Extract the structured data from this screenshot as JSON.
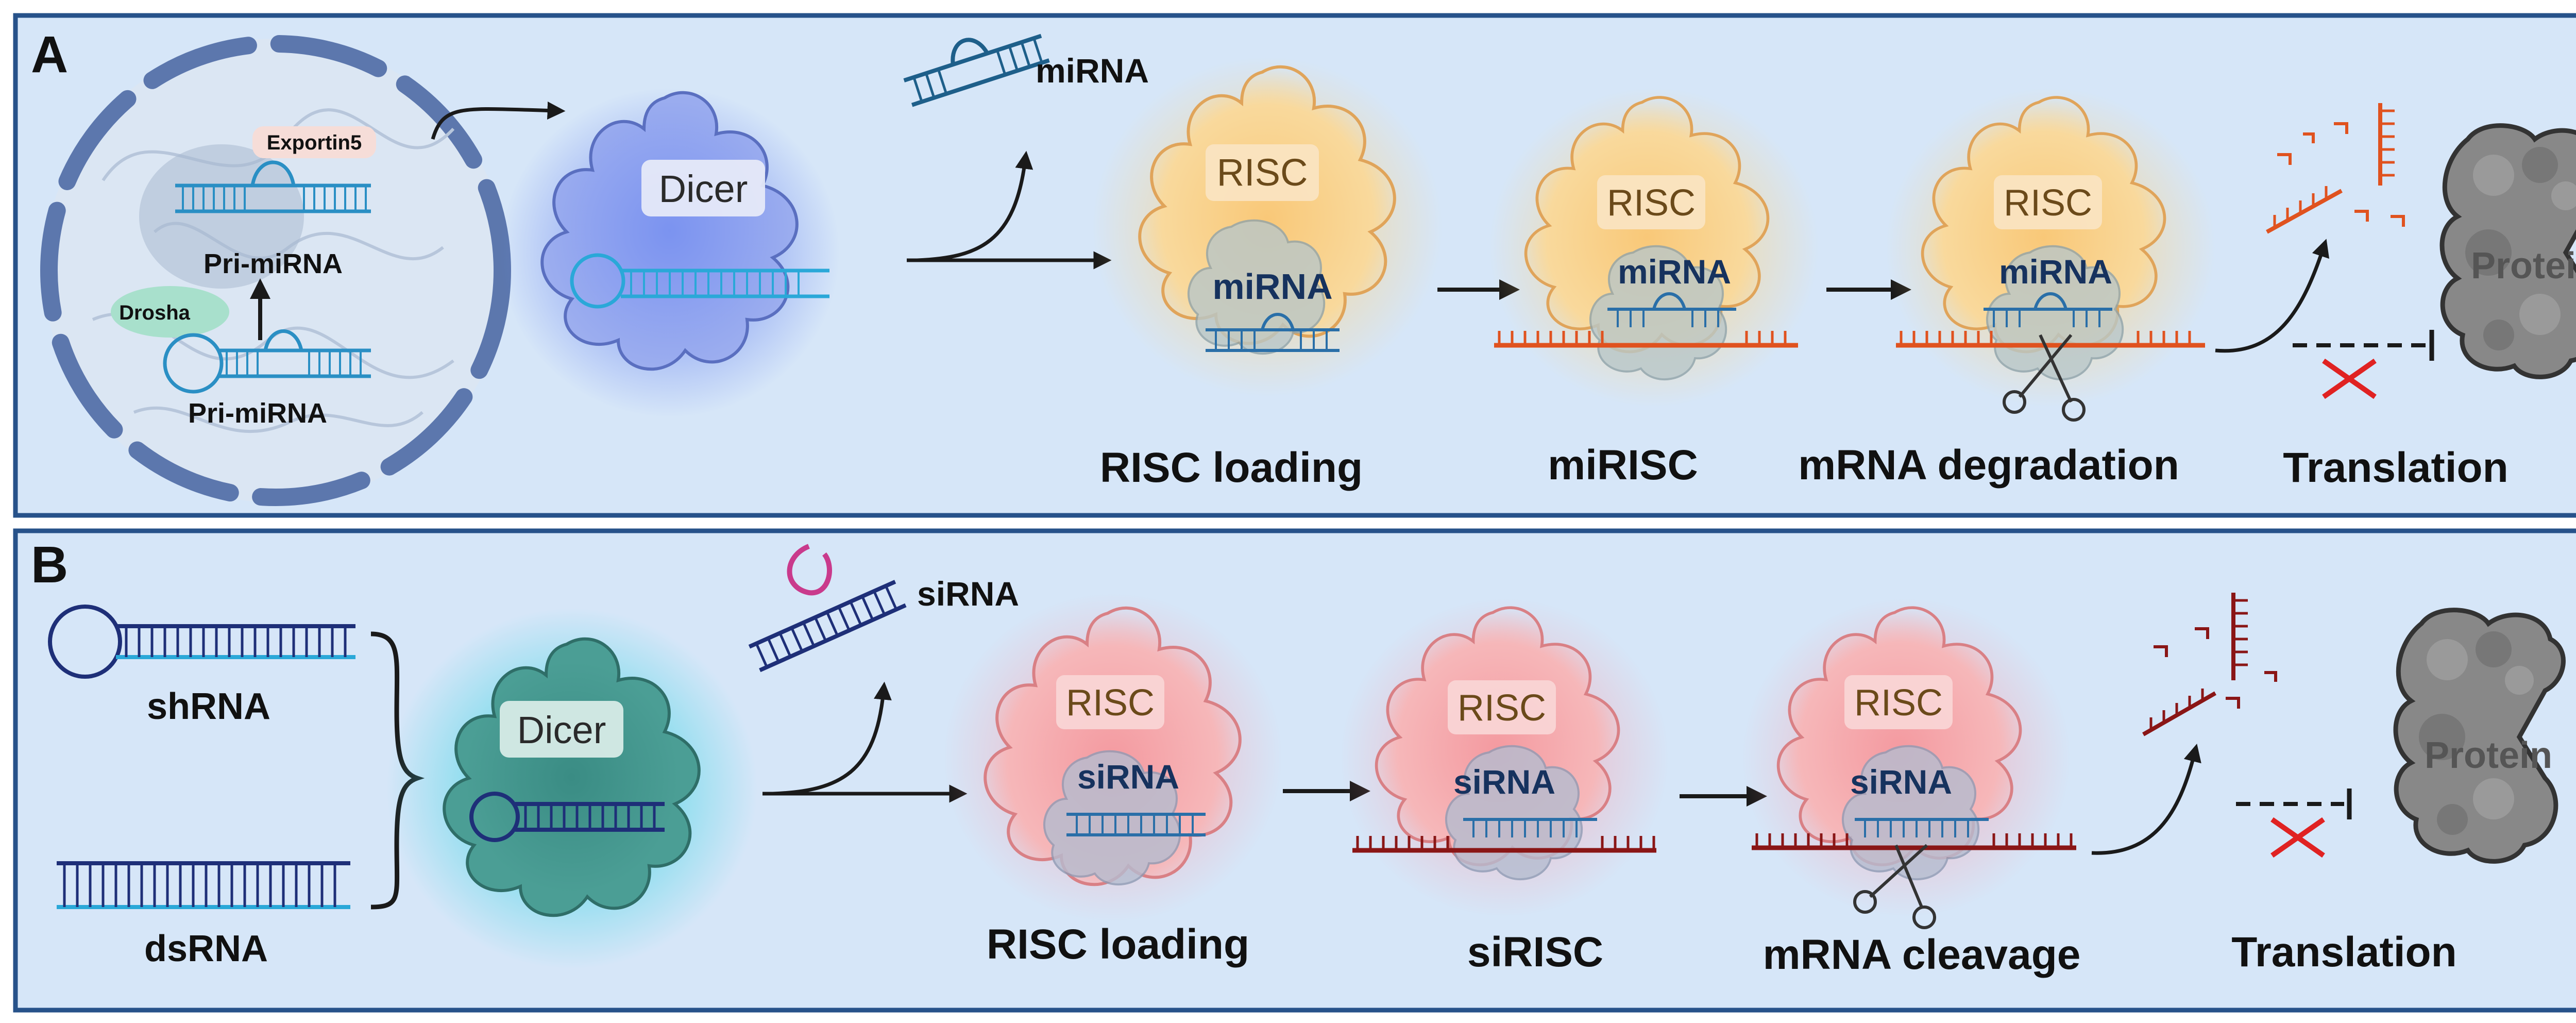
{
  "panel_a": {
    "letter": "A",
    "exportin": "Exportin5",
    "pri_mirna_top": "Pri-miRNA",
    "drosha": "Drosha",
    "pri_mirna_bottom": "Pri-miRNA",
    "dicer": "Dicer",
    "mirna_free": "miRNA",
    "risc_1": "RISC",
    "mirna_1": "miRNA",
    "risc_2": "RISC",
    "mirna_2": "miRNA",
    "risc_3": "RISC",
    "mirna_3": "miRNA",
    "label_risc_loading": "RISC loading",
    "label_mirisc": "miRISC",
    "label_degradation": "mRNA degradation",
    "label_translation": "Translation",
    "protein": "Protein"
  },
  "panel_b": {
    "letter": "B",
    "shrna": "shRNA",
    "dsrna": "dsRNA",
    "dicer": "Dicer",
    "sirna_free": "siRNA",
    "risc_1": "RISC",
    "sirna_1": "siRNA",
    "risc_2": "RISC",
    "sirna_2": "siRNA",
    "risc_3": "RISC",
    "sirna_3": "siRNA",
    "label_risc_loading": "RISC loading",
    "label_sirisc": "siRISC",
    "label_cleavage": "mRNA cleavage",
    "label_translation": "Translation",
    "protein": "Protein"
  },
  "colors": {
    "panel_bg": "#d6e6f8",
    "panel_border": "#27528a",
    "risc_orange": "#f7cf8a",
    "risc_pink": "#f2aeb1",
    "dicer_blue": "#8ea2e6",
    "dicer_teal": "#3f8d87",
    "mrna_orange": "#e0521f",
    "mrna_darkred": "#8a1616",
    "strand_blue": "#2a7fb3",
    "strand_navy": "#1e2f78",
    "inhibit_red": "#e02222"
  }
}
